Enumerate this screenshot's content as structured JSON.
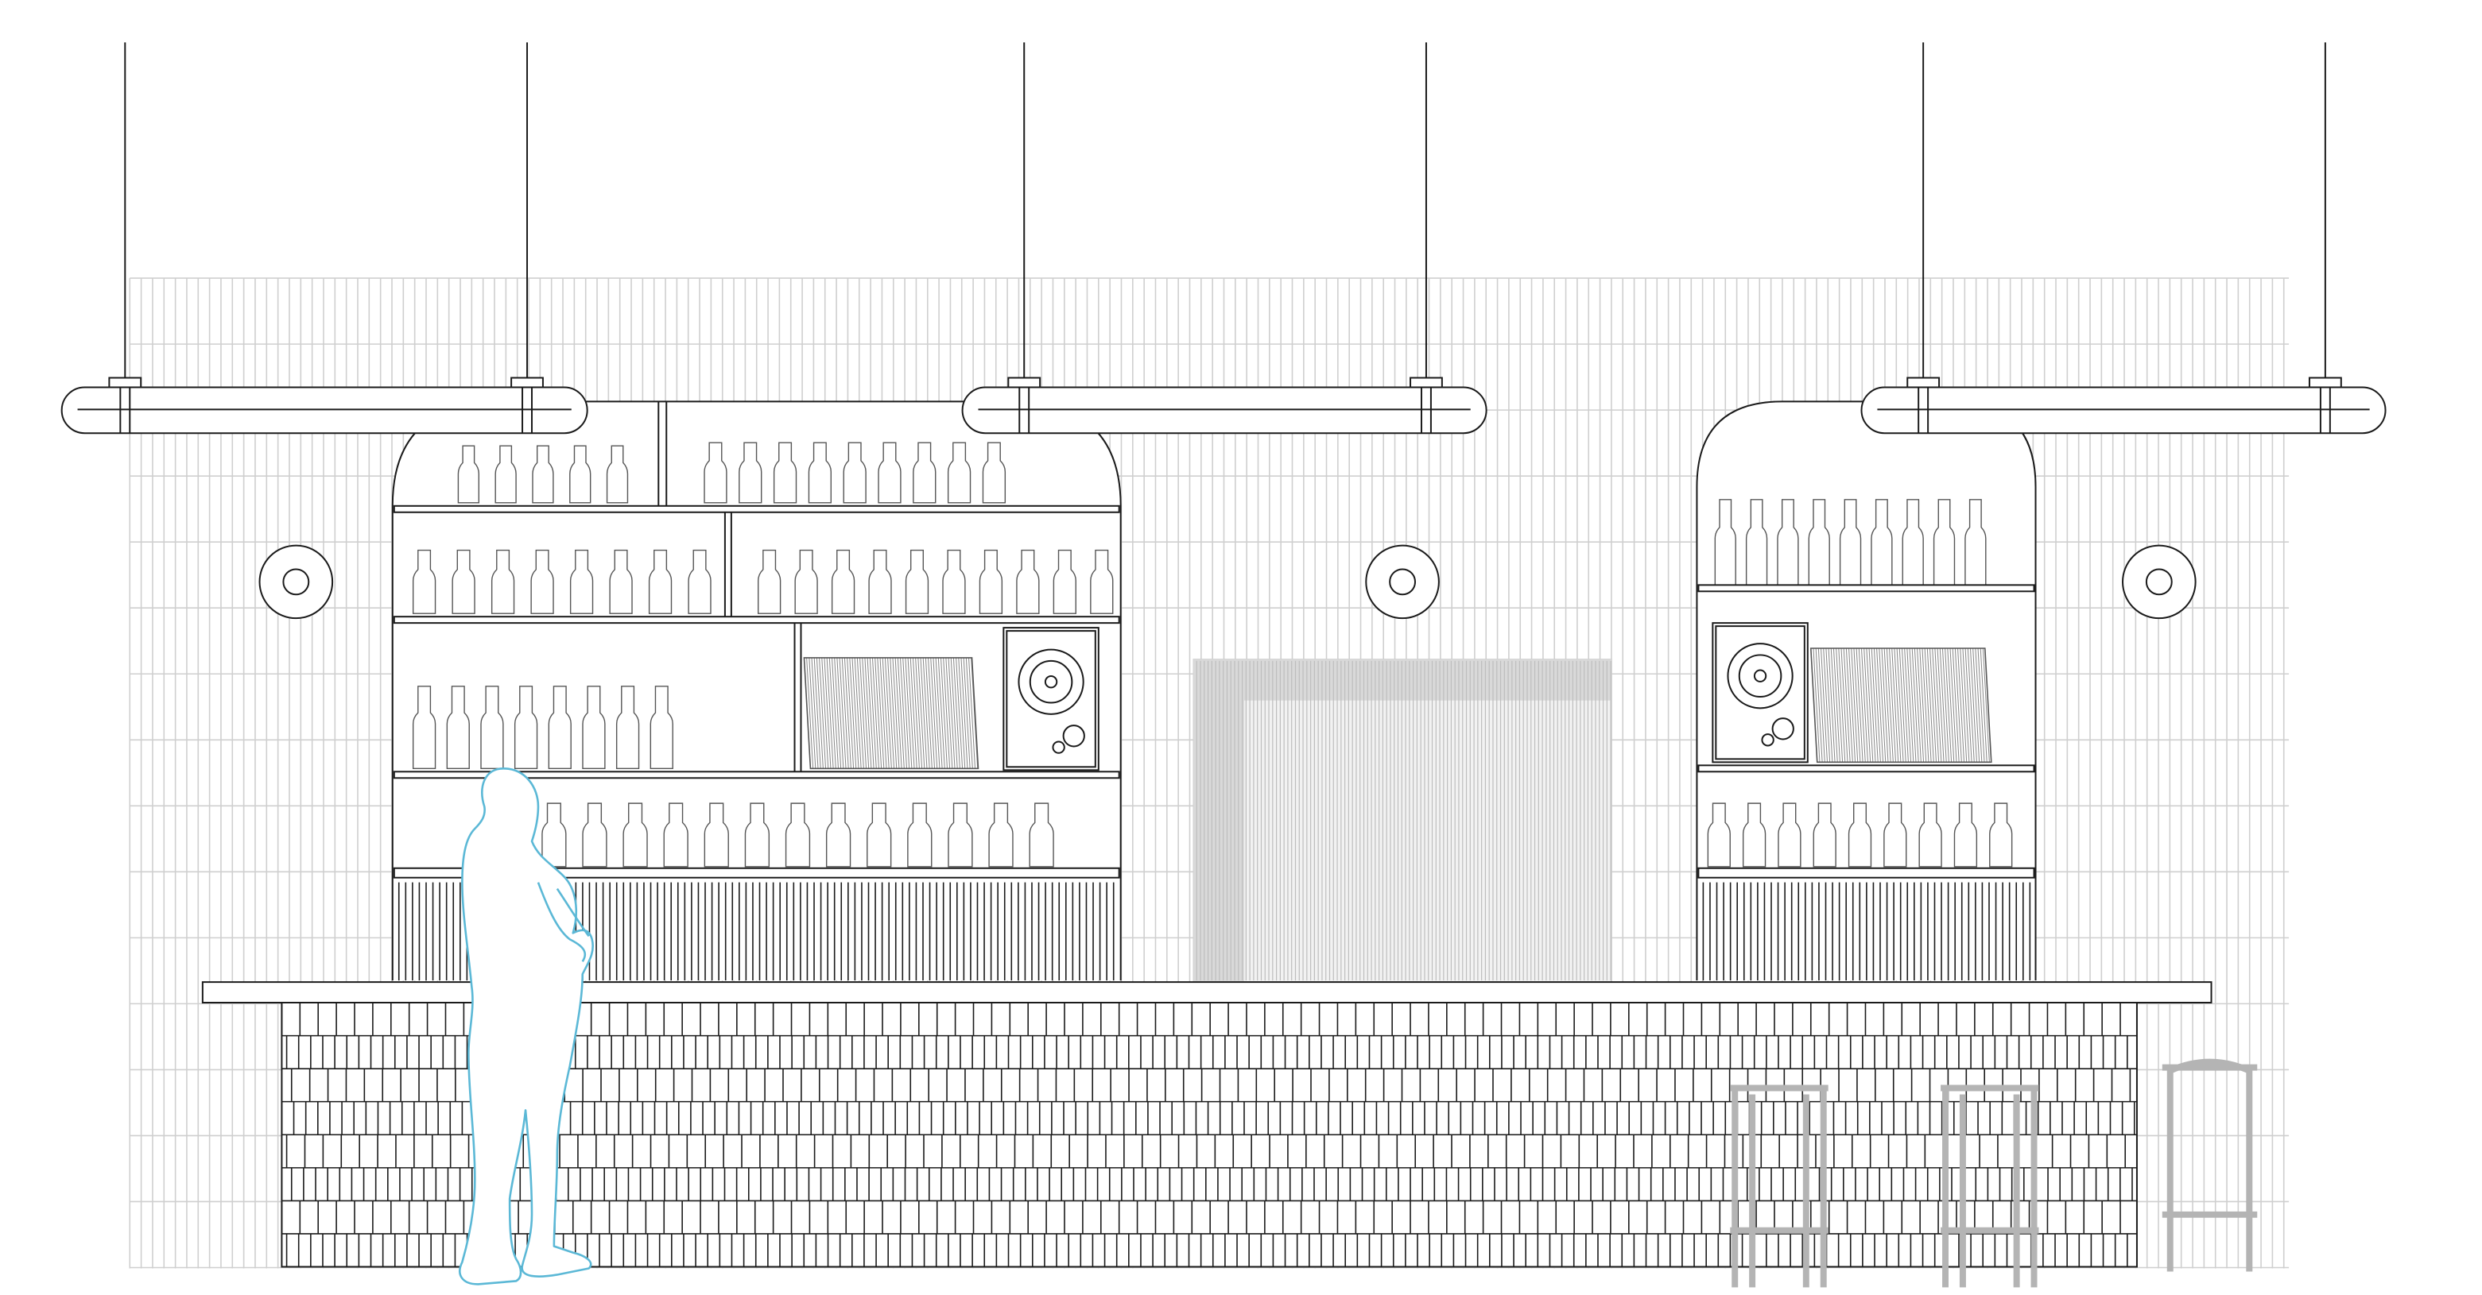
{
  "drawing": {
    "view": "bar elevation",
    "colors": {
      "background": "#ffffff",
      "line": "#1a1a1a",
      "wall_tile_line": "#c8c8c8",
      "stool": "#b4b4b4",
      "human_figure": "#5bb8d6",
      "ribbed_screen": "#bdbdbd"
    },
    "elements": {
      "pendant_lights": 3,
      "wall_sconces": 3,
      "speakers": 2,
      "bar_stools": 3,
      "human_figure": 1
    }
  }
}
